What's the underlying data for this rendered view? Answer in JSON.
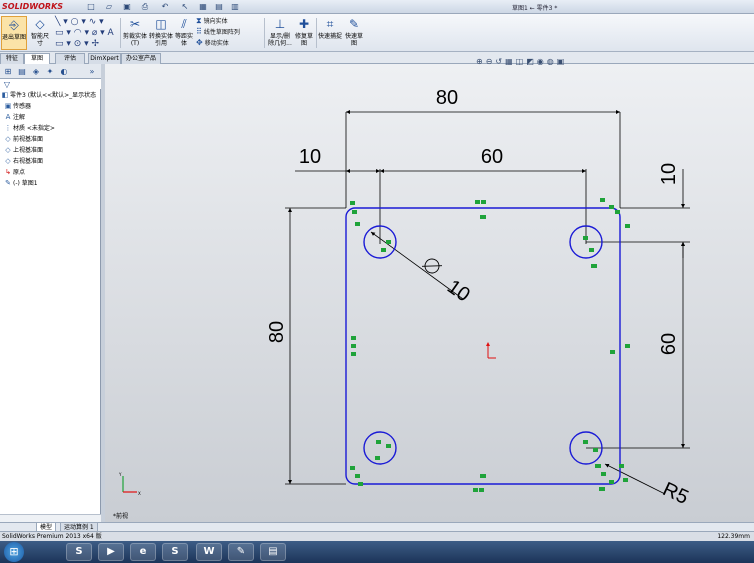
{
  "app": {
    "logo": "SOLIDWORKS",
    "logo_prefix": "S",
    "title": "草图1 ← 零件3 *"
  },
  "command_manager": {
    "exit_sketch": "退出草图",
    "smart_dimension": "智能尺寸",
    "trim": "剪裁实体(T)",
    "convert": "转换实体引用",
    "offset": "等距实体",
    "mirror": "镜向实体",
    "linear_pattern": "线性草图阵列",
    "move": "移动实体",
    "display_relations": "显示/删除几何...",
    "repair": "修复草图",
    "quick_snaps": "快速捕捉",
    "rapid_sketch": "快速草图"
  },
  "command_tabs": [
    "特征",
    "草图",
    "评估",
    "DimXpert",
    "办公室产品"
  ],
  "tree": {
    "root": "零件3 (默认<<默认>_显示状态",
    "items": [
      "传感器",
      "注解",
      "材质 <未指定>",
      "前视基准面",
      "上视基准面",
      "右视基准面",
      "原点",
      "(-) 草图1"
    ]
  },
  "dimensions": {
    "top_overall": "80",
    "left_offset": "10",
    "hole_spacing_x": "60",
    "top_offset": "10",
    "left_overall": "80",
    "hole_spacing_y": "60",
    "hole_diameter": "10",
    "fillet_radius": "R5"
  },
  "axis": {
    "x": "X",
    "y": "Y",
    "view_label": "*前视"
  },
  "model_tabs": [
    "模型",
    "运动算例 1"
  ],
  "status": {
    "left": "SolidWorks Premium 2013 x64 版",
    "right": "122.39mm"
  },
  "colors": {
    "sketch_blue": "#1a1ad6",
    "relation_green": "#1fa33a",
    "origin_red": "#e01010"
  }
}
